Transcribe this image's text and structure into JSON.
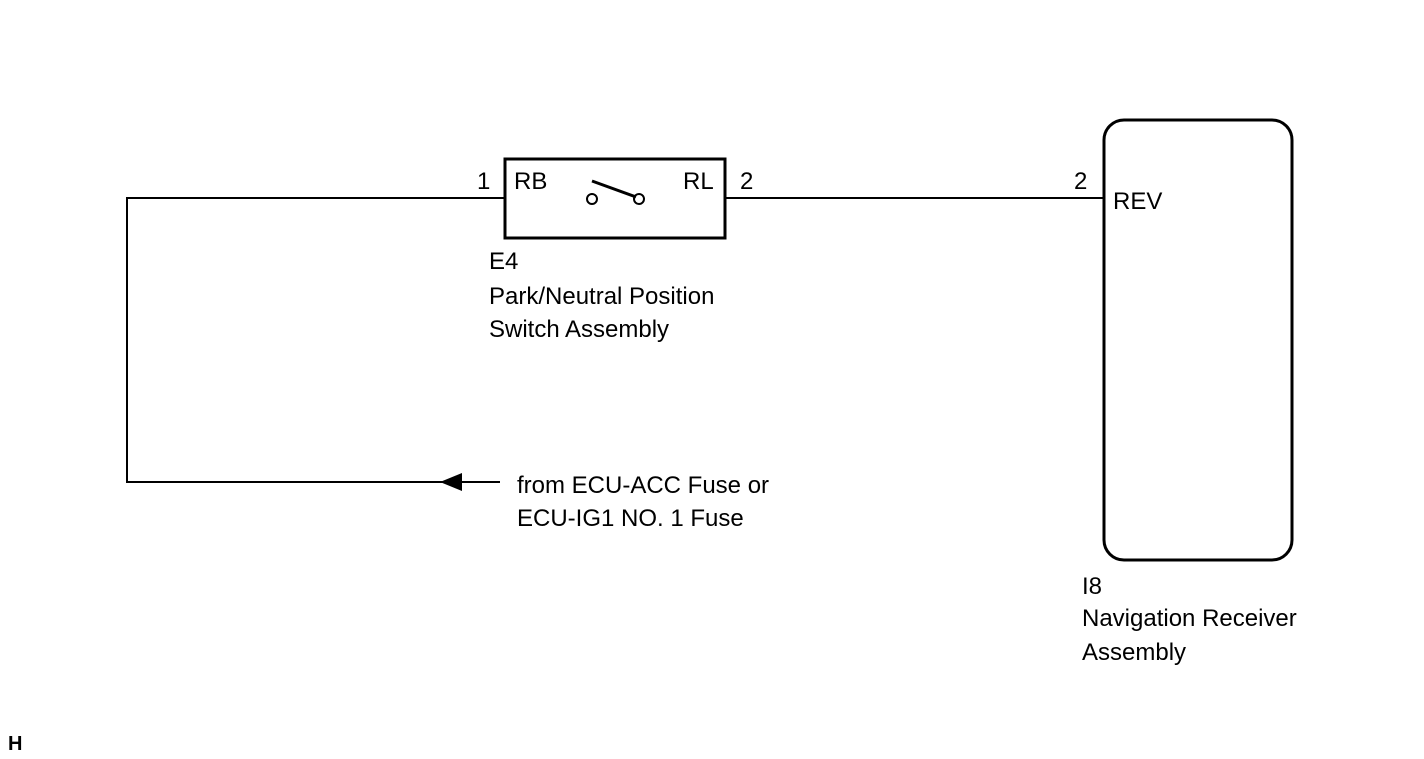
{
  "switch": {
    "code": "E4",
    "name_line1": "Park/Neutral Position",
    "name_line2": "Switch Assembly",
    "pin_left": "1",
    "pin_left_label": "RB",
    "pin_right": "2",
    "pin_right_label": "RL"
  },
  "receiver": {
    "code": "I8",
    "name_line1": "Navigation Receiver",
    "name_line2": "Assembly",
    "pin": "2",
    "pin_label": "REV"
  },
  "supply": {
    "line1": "from ECU-ACC Fuse or",
    "line2": "ECU-IG1 NO. 1 Fuse"
  },
  "corner_mark": "H"
}
